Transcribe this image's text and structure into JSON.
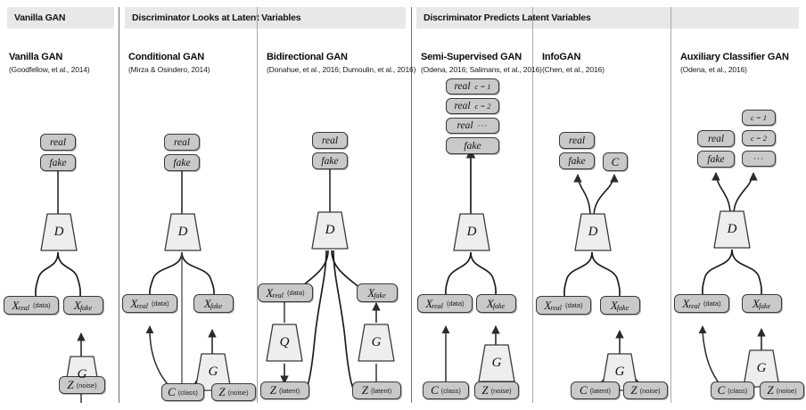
{
  "figure": {
    "title": "GAN taxonomy diagram",
    "background": "#ffffff",
    "band_color": "#e8e8e8",
    "node_dark": "#c9c9c9",
    "node_light": "#eeeeee",
    "stroke": "#3a3a3a"
  },
  "groups": [
    {
      "id": "g1",
      "label": "Vanilla GAN"
    },
    {
      "id": "g2",
      "label": "Discriminator Looks at Latent Variables"
    },
    {
      "id": "g3",
      "label": "Discriminator Predicts Latent Variables"
    }
  ],
  "panels": [
    {
      "id": "vanilla-gan",
      "title": "Vanilla GAN",
      "citation": "(Goodfellow, et al., 2014)",
      "nodes": {
        "real": "real",
        "fake": "fake",
        "D": "D",
        "G": "G",
        "x_real_sym": "X",
        "x_real_sub": "real",
        "x_real_note": "(data)",
        "x_fake_sym": "X",
        "x_fake_sub": "fake",
        "z_sym": "Z",
        "z_note": "(noise)"
      }
    },
    {
      "id": "conditional-gan",
      "title": "Conditional GAN",
      "citation": "(Mirza & Osindero, 2014)",
      "nodes": {
        "real": "real",
        "fake": "fake",
        "D": "D",
        "G": "G",
        "x_real_sym": "X",
        "x_real_sub": "real",
        "x_real_note": "(data)",
        "x_fake_sym": "X",
        "x_fake_sub": "fake",
        "c_sym": "C",
        "c_note": "(class)",
        "z_sym": "Z",
        "z_note": "(noise)"
      }
    },
    {
      "id": "bidirectional-gan",
      "title": "Bidirectional GAN",
      "citation": "(Donahue, et al., 2016;  Dumoulin, et al., 2016)",
      "nodes": {
        "real": "real",
        "fake": "fake",
        "D": "D",
        "Q": "Q",
        "G": "G",
        "x_real_sym": "X",
        "x_real_sub": "real",
        "x_real_note": "(data)",
        "x_fake_sym": "X",
        "x_fake_sub": "fake",
        "z_left_sym": "Z",
        "z_left_note": "(latent)",
        "z_right_sym": "Z",
        "z_right_note": "(latent)"
      }
    },
    {
      "id": "semi-supervised-gan",
      "title": "Semi-Supervised GAN",
      "citation": "(Odena, 2016;  Salimans, et al., 2016)",
      "nodes": {
        "real1": "real",
        "real1_c": "c = 1",
        "real2": "real",
        "real2_c": "c = 2",
        "real3": "real",
        "real3_c": "···",
        "fake": "fake",
        "D": "D",
        "G": "G",
        "x_real_sym": "X",
        "x_real_sub": "real",
        "x_real_note": "(data)",
        "x_fake_sym": "X",
        "x_fake_sub": "fake",
        "c_sym": "C",
        "c_note": "(class)",
        "z_sym": "Z",
        "z_note": "(noise)"
      }
    },
    {
      "id": "infogan",
      "title": "InfoGAN",
      "citation": "(Chen, et al., 2016)",
      "nodes": {
        "real": "real",
        "fake": "fake",
        "c_out": "C",
        "D": "D",
        "G": "G",
        "x_real_sym": "X",
        "x_real_sub": "real",
        "x_real_note": "(data)",
        "x_fake_sym": "X",
        "x_fake_sub": "fake",
        "c_sym": "C",
        "c_note": "(latent)",
        "z_sym": "Z",
        "z_note": "(noise)"
      }
    },
    {
      "id": "auxiliary-classifier-gan",
      "title": "Auxiliary Classifier GAN",
      "citation": "(Odena, et al., 2016)",
      "nodes": {
        "real": "real",
        "fake": "fake",
        "c1": "c = 1",
        "c2": "c = 2",
        "c3": "···",
        "D": "D",
        "G": "G",
        "x_real_sym": "X",
        "x_real_sub": "real",
        "x_real_note": "(data)",
        "x_fake_sym": "X",
        "x_fake_sub": "fake",
        "c_sym": "C",
        "c_note": "(class)",
        "z_sym": "Z",
        "z_note": "(noise)"
      }
    }
  ]
}
